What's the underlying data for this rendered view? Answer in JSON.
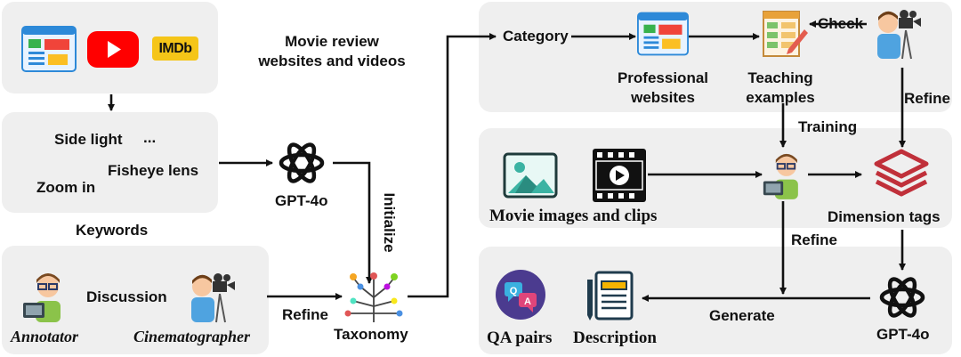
{
  "sources": {
    "title_line1": "Movie review",
    "title_line2": "websites and videos",
    "imdb": "IMDb"
  },
  "keywords": {
    "side_light": "Side light",
    "ellipsis": "...",
    "fisheye": "Fisheye lens",
    "zoom_in": "Zoom in",
    "label": "Keywords"
  },
  "gpt_left": "GPT-4o",
  "initialize": "Initialize",
  "discussion": {
    "label": "Discussion",
    "annotator": "Annotator",
    "cinematographer": "Cinematographer"
  },
  "refine_left": "Refine",
  "taxonomy": "Taxonomy",
  "top_panel": {
    "category": "Category",
    "professional_line1": "Professional",
    "professional_line2": "websites",
    "teaching_line1": "Teaching",
    "teaching_line2": "examples",
    "check": "Check",
    "refine": "Refine"
  },
  "training": "Training",
  "middle_panel": {
    "movie_images": "Movie images and clips",
    "dimension_tags": "Dimension tags"
  },
  "refine_mid": "Refine",
  "bottom_panel": {
    "generate": "Generate",
    "qa_pairs": "QA pairs",
    "description": "Description",
    "gpt_right": "GPT-4o",
    "qa_q": "Q",
    "qa_a": "A"
  },
  "colors": {
    "panel": "#efefef",
    "youtube_red": "#ff0000",
    "imdb_yellow": "#f5c518",
    "layers_red": "#c0303a",
    "web_blue": "#2d89d8",
    "qa_purple": "#4b3b8f"
  }
}
